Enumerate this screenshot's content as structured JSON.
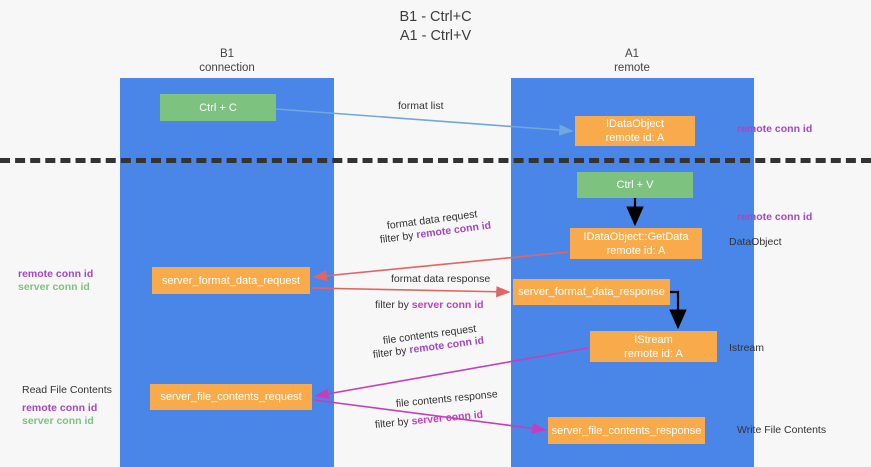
{
  "title": {
    "line1": "B1 - Ctrl+C",
    "line2": "A1 - Ctrl+V"
  },
  "lanes": [
    {
      "name": "B1",
      "sub": "connection"
    },
    {
      "name": "A1",
      "sub": "remote"
    }
  ],
  "nodes": {
    "ctrl_c": {
      "line1": "Ctrl + C"
    },
    "idataobject": {
      "line1": "IDataObject",
      "line2": "remote id: A"
    },
    "ctrl_v": {
      "line1": "Ctrl + V"
    },
    "getdata": {
      "line1": "IDataObject::GetData",
      "line2": "remote id: A"
    },
    "fmt_request": {
      "line1": "server_format_data_request"
    },
    "fmt_response": {
      "line1": "server_format_data_response"
    },
    "istream": {
      "line1": "IStream",
      "line2": "remote id: A"
    },
    "file_request": {
      "line1": "server_file_contents_request"
    },
    "file_response": {
      "line1": "server_file_contents_response"
    }
  },
  "edge_labels": {
    "format_list": "format list",
    "fmt_req_main": "format data request",
    "fmt_req_filter_prefix": "filter by ",
    "fmt_req_filter_key": "remote conn id",
    "fmt_resp_main": "format data response",
    "fmt_resp_filter_prefix": "filter by ",
    "fmt_resp_filter_key": "server conn id",
    "file_req_main": "file contents request",
    "file_req_filter_prefix": "filter by ",
    "file_req_filter_key": "remote conn id",
    "file_resp_main": "file contents response",
    "file_resp_filter_prefix": "filter by ",
    "file_resp_filter_key": "server conn id"
  },
  "margins": {
    "right_remote_top": "remote conn id",
    "right_remote_mid": "remote conn id",
    "right_dataobject": "DataObject",
    "right_istream": "Istream",
    "right_write_file": "Write File Contents",
    "left_remote": "remote conn id",
    "left_server": "server conn id",
    "left_read_file": "Read File Contents",
    "left_remote_2": "remote conn id",
    "left_server_2": "server conn id"
  },
  "colors": {
    "lane": "#4a86e8",
    "green_node": "#7dc37f",
    "orange_node": "#f9ab4b",
    "purple_text": "#a347c4",
    "green_text": "#7dc37f",
    "magenta_text": "#c43fbc",
    "divider": "#333333",
    "arrow_blue": "#6fa8dc",
    "arrow_red": "#e06666",
    "arrow_magenta": "#c43fbc",
    "arrow_black": "#000000",
    "background": "#f7f7f7"
  }
}
